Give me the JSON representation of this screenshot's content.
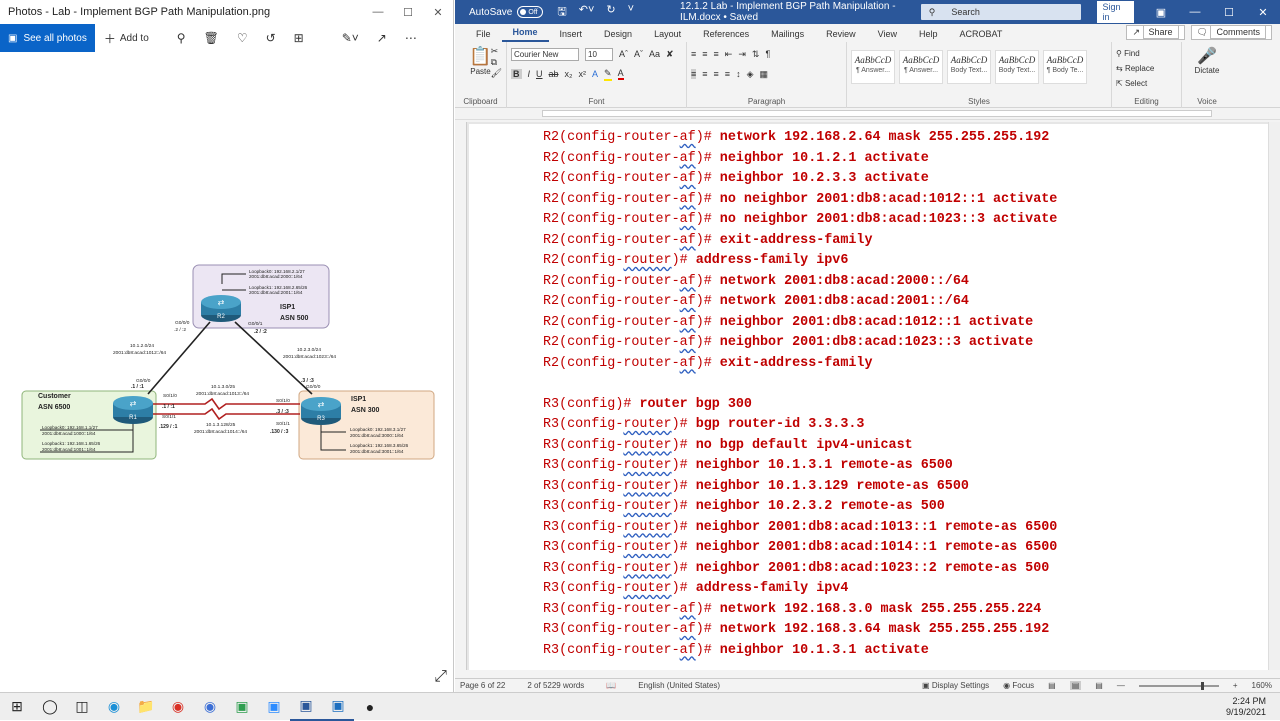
{
  "photos": {
    "title": "Photos - Lab - Implement BGP Path Manipulation.png",
    "see_all": "See all photos",
    "add_to": "Add to"
  },
  "diagram": {
    "r2": {
      "label": "R2",
      "name": "ISP1",
      "asn": "ASN 500",
      "lo0": "Loopback0: 192.168.2.1/27",
      "lo0v6": "2001:db8:acad:2000::1/64",
      "lo1": "Loopback1: 192.168.2.65/26",
      "lo1v6": "2001:db8:acad:2001::1/64"
    },
    "r1": {
      "label": "R1",
      "name": "Customer",
      "asn": "ASN 6500",
      "lo0": "Loopback0: 192.168.1.1/27",
      "lo0v6": "2001:db8:acad:1000::1/64",
      "lo1": "Loopback1: 192.168.1.65/26",
      "lo1v6": "2001:db8:acad:1001::1/64"
    },
    "r3": {
      "label": "R3",
      "name": "ISP1",
      "asn": "ASN 300",
      "lo0": "Loopback0: 192.168.3.1/27",
      "lo0v6": "2001:db8:acad:3000::1/64",
      "lo1": "Loopback1: 192.168.3.65/26",
      "lo1v6": "2001:db8:acad:3001::1/64"
    },
    "link12": {
      "net": "10.1.2.0/24",
      "v6": "2001:db8:acad:1012::/64",
      "r2if": "G0/0/0",
      "r2addr": ".2 / :2",
      "r1if": "G0/0/0",
      "r1addr": ".1 / :1"
    },
    "link23": {
      "net": "10.2.3.0/24",
      "v6": "2001:db8:acad:1023::/64",
      "r2if": "G0/0/1",
      "r2addr": ".2 / :2",
      "r3if": "G0/0/0",
      "r3addr": ".3 / :3"
    },
    "link13a": {
      "net": "10.1.3.0/25",
      "v6": "2001:db8:acad:1013::/64",
      "r1if": "S0/1/0",
      "r1addr": ".1 / :1",
      "r3if": "S0/1/0",
      "r3addr": ".3 / :3"
    },
    "link13b": {
      "net": "10.1.3.128/25",
      "v6": "2001:db8:acad:1014::/64",
      "r1if": "S0/1/1",
      "r1addr": ".129 / :1",
      "r3if": "S0/1/1",
      "r3addr": ".130 / :3"
    }
  },
  "word": {
    "autosave": "AutoSave",
    "autosave_state": "Off",
    "doc_title": "12.1.2 Lab - Implement BGP Path Manipulation - ILM.docx  •  Saved",
    "search": "Search",
    "signin": "Sign in",
    "tabs": [
      "File",
      "Home",
      "Insert",
      "Design",
      "Layout",
      "References",
      "Mailings",
      "Review",
      "View",
      "Help",
      "ACROBAT"
    ],
    "share": "Share",
    "comments": "Comments",
    "ribbon": {
      "paste": "Paste",
      "clipboard": "Clipboard",
      "font_name": "Courier New",
      "font_size": "10",
      "font": "Font",
      "paragraph": "Paragraph",
      "styles_label": "Styles",
      "styles": [
        {
          "preview": "AaBbCcD",
          "name": "¶ Answer..."
        },
        {
          "preview": "AaBbCcD",
          "name": "¶ Answer..."
        },
        {
          "preview": "AaBbCcD",
          "name": "Body Text..."
        },
        {
          "preview": "AaBbCcD",
          "name": "Body Text..."
        },
        {
          "preview": "AaBbCcD",
          "name": "¶ Body Te..."
        }
      ],
      "find": "Find",
      "replace": "Replace",
      "select": "Select",
      "editing": "Editing",
      "dictate": "Dictate",
      "voice": "Voice"
    },
    "lines": [
      {
        "p": "R2(config-router-",
        "u": "af",
        "s": ")#",
        "c": " network 192.168.2.64 mask 255.255.255.192"
      },
      {
        "p": "R2(config-router-",
        "u": "af",
        "s": ")#",
        "c": " neighbor 10.1.2.1 activate"
      },
      {
        "p": "R2(config-router-",
        "u": "af",
        "s": ")#",
        "c": " neighbor 10.2.3.3 activate"
      },
      {
        "p": "R2(config-router-",
        "u": "af",
        "s": ")#",
        "c": " no neighbor 2001:db8:acad:1012::1 activate"
      },
      {
        "p": "R2(config-router-",
        "u": "af",
        "s": ")#",
        "c": " no neighbor 2001:db8:acad:1023::3 activate"
      },
      {
        "p": "R2(config-router-",
        "u": "af",
        "s": ")#",
        "c": " exit-address-family"
      },
      {
        "p": "R2(config-",
        "u": "router",
        "s": ")#",
        "c": " address-family ipv6"
      },
      {
        "p": "R2(config-router-",
        "u": "af",
        "s": ")#",
        "c": " network 2001:db8:acad:2000::/64"
      },
      {
        "p": "R2(config-router-",
        "u": "af",
        "s": ")#",
        "c": " network 2001:db8:acad:2001::/64"
      },
      {
        "p": "R2(config-router-",
        "u": "af",
        "s": ")#",
        "c": " neighbor 2001:db8:acad:1012::1 activate"
      },
      {
        "p": "R2(config-router-",
        "u": "af",
        "s": ")#",
        "c": " neighbor 2001:db8:acad:1023::3 activate"
      },
      {
        "p": "R2(config-router-",
        "u": "af",
        "s": ")#",
        "c": " exit-address-family"
      },
      {
        "p": "",
        "u": "",
        "s": "",
        "c": ""
      },
      {
        "p": "R3(config)#",
        "u": "",
        "s": "",
        "c": " router bgp 300"
      },
      {
        "p": "R3(config-",
        "u": "router",
        "s": ")#",
        "c": " bgp router-id 3.3.3.3"
      },
      {
        "p": "R3(config-",
        "u": "router",
        "s": ")#",
        "c": " no bgp default ipv4-unicast"
      },
      {
        "p": "R3(config-",
        "u": "router",
        "s": ")#",
        "c": " neighbor 10.1.3.1 remote-as 6500"
      },
      {
        "p": "R3(config-",
        "u": "router",
        "s": ")#",
        "c": " neighbor 10.1.3.129 remote-as 6500"
      },
      {
        "p": "R3(config-",
        "u": "router",
        "s": ")#",
        "c": " neighbor 10.2.3.2 remote-as 500"
      },
      {
        "p": "R3(config-",
        "u": "router",
        "s": ")#",
        "c": " neighbor 2001:db8:acad:1013::1 remote-as 6500"
      },
      {
        "p": "R3(config-",
        "u": "router",
        "s": ")#",
        "c": " neighbor 2001:db8:acad:1014::1 remote-as 6500"
      },
      {
        "p": "R3(config-",
        "u": "router",
        "s": ")#",
        "c": " neighbor 2001:db8:acad:1023::2 remote-as 500"
      },
      {
        "p": "R3(config-",
        "u": "router",
        "s": ")#",
        "c": " address-family ipv4"
      },
      {
        "p": "R3(config-router-",
        "u": "af",
        "s": ")#",
        "c": " network 192.168.3.0 mask 255.255.255.224"
      },
      {
        "p": "R3(config-router-",
        "u": "af",
        "s": ")#",
        "c": " network 192.168.3.64 mask 255.255.255.192"
      },
      {
        "p": "R3(config-router-",
        "u": "af",
        "s": ")#",
        "c": " neighbor 10.1.3.1 activate"
      }
    ],
    "status": {
      "page": "Page 6 of 22",
      "words": "2 of 5229 words",
      "lang": "English (United States)",
      "display": "Display Settings",
      "focus": "Focus",
      "zoom": "160%"
    }
  },
  "taskbar": {
    "time": "2:24 PM",
    "date": "9/19/2021"
  }
}
